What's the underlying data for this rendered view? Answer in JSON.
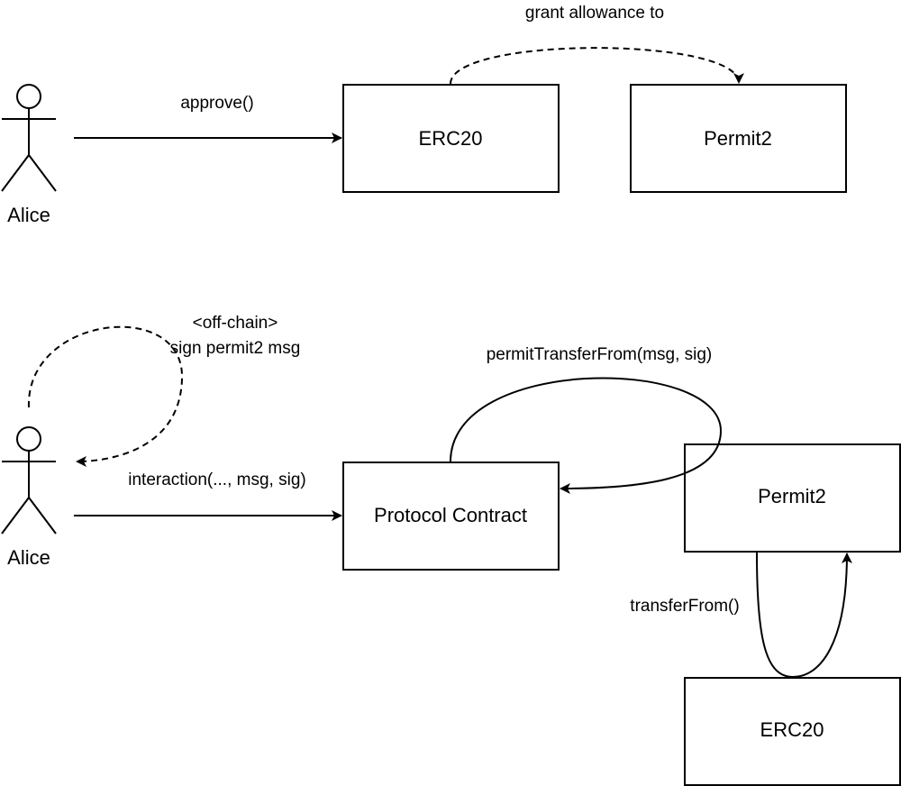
{
  "top": {
    "actor": "Alice",
    "erc20": "ERC20",
    "permit2": "Permit2",
    "approve_label": "approve()",
    "grant_label": "grant allowance to"
  },
  "bottom": {
    "actor": "Alice",
    "offchain_label_line1": "<off-chain>",
    "offchain_label_line2": "sign permit2 msg",
    "interaction_label": "interaction(..., msg, sig)",
    "protocol": "Protocol Contract",
    "permit_transfer_label": "permitTransferFrom(msg, sig)",
    "permit2": "Permit2",
    "transfer_from_label": "transferFrom()",
    "erc20": "ERC20"
  }
}
